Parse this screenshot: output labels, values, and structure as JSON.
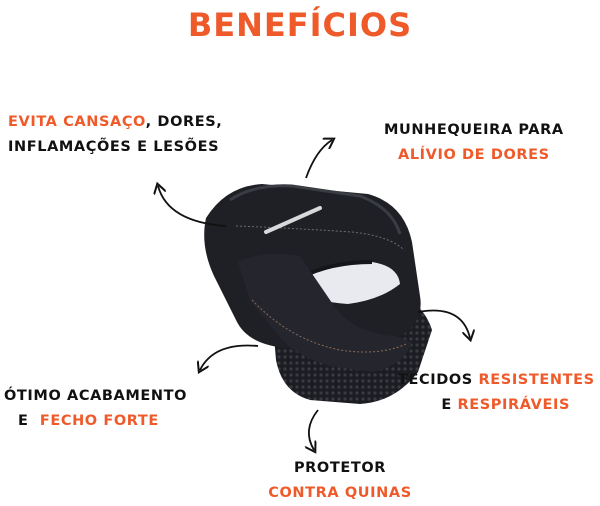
{
  "title": "BENEFÍCIOS",
  "benefits": {
    "top_left": {
      "accent": "EVITA CANSAÇO",
      "text": ", DORES,",
      "line2": "INFLAMAÇÕES E LESÕES"
    },
    "top_right": {
      "line1": "MUNHEQUEIRA PARA",
      "accent": "ALÍVIO DE DORES"
    },
    "mid_left": {
      "line1": "ÓTIMO ACABAMENTO",
      "line2_text": "E",
      "accent": "FECHO FORTE"
    },
    "mid_right": {
      "line1_text": "TECIDOS",
      "accent1": "RESISTENTES",
      "line2_text": "E",
      "accent2": "RESPIRÁVEIS"
    },
    "bottom": {
      "line1": "PROTETOR",
      "accent": "CONTRA QUINAS"
    }
  },
  "colors": {
    "accent": "#ef5a2a",
    "text": "#111111"
  }
}
